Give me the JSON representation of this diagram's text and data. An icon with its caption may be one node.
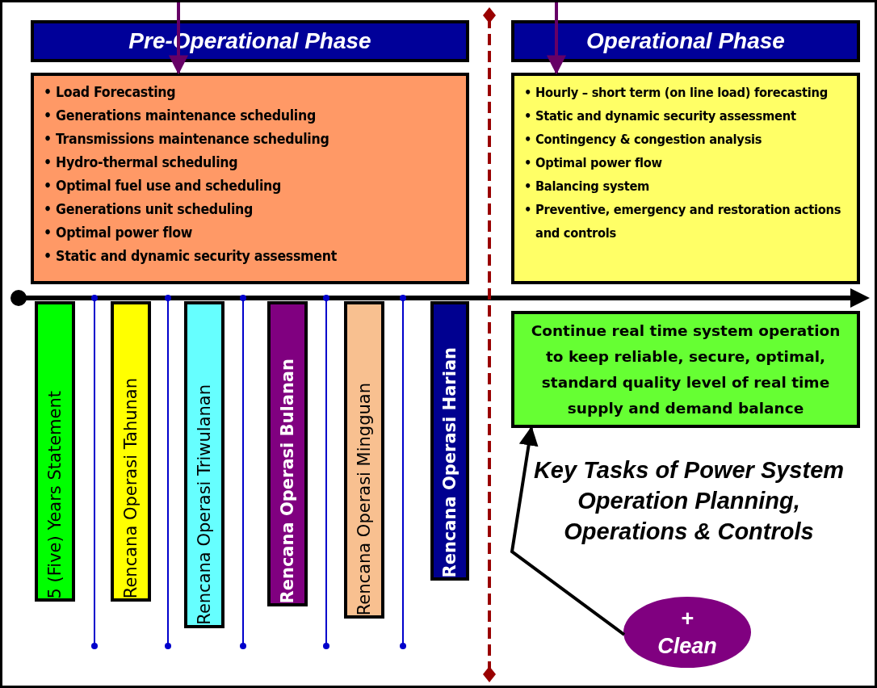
{
  "diagram": {
    "title": "Key Tasks of Power System Operation Planning, Operations & Controls",
    "nodes": [
      {
        "text": [
          "Pre-Operational Phase"
        ]
      },
      {
        "text": [
          "• Load Forecasting",
          "• Generations maintenance scheduling",
          "• Transmissions maintenance scheduling",
          "• Hydro-thermal scheduling",
          "• Optimal fuel use and scheduling",
          "• Generations unit scheduling",
          "• Optimal power flow",
          "• Static and dynamic security assessment"
        ]
      },
      {
        "text": [
          "Operational Phase"
        ]
      },
      {
        "text": [
          "• Hourly – short term (on line load) forecasting",
          "• Static and dynamic security assessment",
          "• Contingency & congestion analysis",
          "• Optimal power flow",
          "• Balancing system",
          "• Preventive, emergency and restoration actions and controls"
        ]
      },
      {
        "text": [
          "Continue real time system operation to keep reliable, secure, optimal, standard quality level of real time supply and demand balance"
        ]
      },
      {
        "text": [
          "+",
          "Clean"
        ]
      },
      {
        "text": [
          "5 (Five) Years Statement"
        ]
      },
      {
        "text": [
          "Rencana Operasi Tahunan"
        ]
      },
      {
        "text": [
          "Rencana Operasi Triwulanan"
        ]
      },
      {
        "text": [
          "Rencana Operasi Bulanan"
        ]
      },
      {
        "text": [
          "Rencana Operasi Mingguan"
        ]
      },
      {
        "text": [
          "Rencana Operasi Harian"
        ]
      }
    ],
    "edges": [
      {
        "from": null,
        "to": 1,
        "arrow": "to",
        "color": "#660066"
      },
      {
        "from": null,
        "to": 3,
        "arrow": "to",
        "color": "#660066"
      },
      {
        "from": 5,
        "to": 4,
        "arrow": "to",
        "color": "#000000"
      }
    ]
  }
}
